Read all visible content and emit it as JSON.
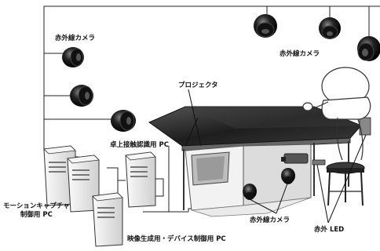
{
  "labels": {
    "ir_camera_left": "赤外線カメラ",
    "ir_camera_top_right": "赤外線カメラ",
    "ir_camera_bottom": "赤外線カメラ",
    "projector": "プロジェクタ",
    "tabletop_pc": "卓上接触認識用 PC",
    "motion_capture_pc_line1": "モーションキャプチャ",
    "motion_capture_pc_line2": "制御用 PC",
    "video_device_pc": "映像生成用・デバイス制御用 PC",
    "ir_led": "赤外 LED"
  },
  "colors": {
    "line": "#222222",
    "table_top": "#2b2b2b",
    "pc_case": "#e8e8e8",
    "camera": "#1a1a1a"
  }
}
